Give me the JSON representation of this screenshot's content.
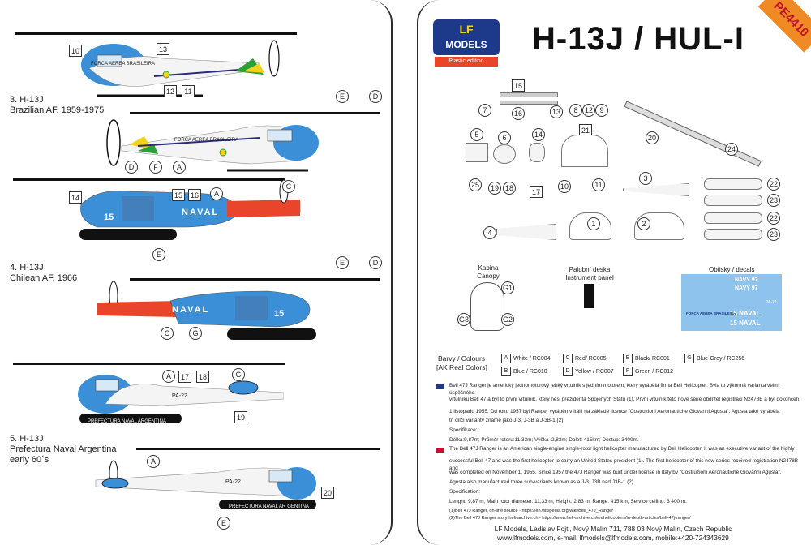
{
  "brand": {
    "line1": "LF",
    "line2": "MODELS",
    "edition": "Plastic edition"
  },
  "title": "H-13J / HUL-I",
  "code": "PE4410",
  "left": {
    "profiles": [
      {
        "title": "3. H-13J",
        "sub": "Brazilian AF, 1959-1975"
      },
      {
        "title": "4. H-13J",
        "sub": "Chilean AF, 1966"
      },
      {
        "title": "5. H-13J",
        "sub1": "Prefectura Naval Argentina",
        "sub2": "early 60´s"
      }
    ],
    "markings": {
      "fab": "FORCA AEREA BRASILEIRA",
      "naval": "NAVAL",
      "num15": "15",
      "pa22": "PA-22",
      "pna": "PREFECTURA NAVAL ARGENTINA",
      "pna2": "PREFECTURA NAVAL AR´GENTINA"
    },
    "callouts": {
      "c10": "10",
      "c13": "13",
      "c12": "12",
      "c11": "11",
      "cE": "E",
      "cD": "D",
      "cF": "F",
      "cA": "A",
      "c14": "14",
      "c15": "15",
      "c16": "16",
      "cC": "C",
      "cG": "G",
      "c17": "17",
      "c18": "18",
      "c19": "19",
      "c20": "20"
    }
  },
  "parts": {
    "nums": {
      "p15": "15",
      "p7": "7",
      "p16": "16",
      "p13": "13",
      "p8": "8",
      "p12": "12",
      "p9": "9",
      "p5": "5",
      "p6": "6",
      "p14": "14",
      "p21": "21",
      "p20": "20",
      "p24": "24",
      "p3": "3",
      "p22a": "22",
      "p23a": "23",
      "p22b": "22",
      "p23b": "23",
      "p25": "25",
      "p19": "19",
      "p18": "18",
      "p17": "17",
      "p10": "10",
      "p11": "11",
      "p4": "4",
      "p1": "1",
      "p2": "2",
      "pG1": "G1",
      "pG2": "G2",
      "pG3": "G3"
    },
    "canopy": {
      "l1": "Kabina",
      "l2": "Canopy"
    },
    "panel": {
      "l1": "Palubní deska",
      "l2": "Instrument panel"
    },
    "decals": {
      "label": "Obtisky / decals",
      "navy": "NAVY 97",
      "fab": "FORCA AEREA BRASILEIRA",
      "naval": "15 NAVAL",
      "pa22": "PA-22"
    }
  },
  "colours": {
    "heading1": "Barvy / Colours",
    "heading2": "[AK Real Colors]",
    "items": [
      {
        "key": "A",
        "name": "White / RC004"
      },
      {
        "key": "C",
        "name": "Red/ RC005"
      },
      {
        "key": "E",
        "name": "Black/ RC001"
      },
      {
        "key": "G",
        "name": "Blue-Grey / RC256"
      },
      {
        "key": "B",
        "name": "Blue / RC010"
      },
      {
        "key": "D",
        "name": "Yellow / RC007"
      },
      {
        "key": "F",
        "name": "Green / RC012"
      }
    ]
  },
  "text": {
    "cz1": "Bell 47J Ranger je americký jednomotorový lehký vrtulník s jedním motorem, který  vyráběla firma Bell Helicopter. Byla to výkonná varianta velmi úspěšného",
    "cz2": "vrtulníku Bell 47 a byl to první vrtulník, který nesl prezidenta Spojených Států (1). První vrtulník této nové série obdržel registraci N2478B a byl dokončen",
    "cz3": "1.listopadu 1955. Od roku 1957 byl Ranger vyráběn v Itálii na základě licence \"Costruzioni Aeronautiche Giovanni  Agusta\".  Agusta také vyráběla",
    "cz4": "tri dílčí varianty známé jako J-3, J-3B a J-3B-1 (2).",
    "cz5": "Specifikace:",
    "cz6": "Délka:9,87m; Průměr rotoru:11,33m; Výška :2,83m; Dolet: 415km; Dostup: 3400m.",
    "en1": "The Bell 47J Ranger is an American single-engine single-rotor light helicopter manufactured by Bell Helicopter. It was an executive variant of the highly",
    "en2": "successful Bell 47 and was the first helicopter to carry an United States president (1). The first helicopter of this new series received registration N2478B and",
    "en3": "was completed on November 1, 1955. Since 1957 the 47J Ranger was built under license in Italy by \"Costruzioni Aeronautiche Giovanni Agusta\".",
    "en4": "Agusta also manufactured three sub-variants known as  a J-3, J3B nad J3B-1 (2).",
    "en5": "Specification:",
    "en6": "Lenght: 9,87 m; Main rotor diameter: 11,33 m; Height: 2,83 m; Range: 415 km; Service ceiling: 3 400 m.",
    "ref1": "(1)Bell 47J Ranger, on-line source -  https://en.wikipedia.org/wiki/Bell_47J_Ranger",
    "ref2": "(2)The Bell 47J Ranger story-heli-archive.ch - https://www.heli-archive.ch/en/helicopters/in-depth-articles/bell-47j-ranger/"
  },
  "footer": {
    "l1": "LF Models, Ladislav Fojtl, Nový Malín 711, 788 03 Nový Malín, Czech Republic",
    "l2": "www.lfmodels.com, e-mail: lfmodels@lfmodels.com, mobile:+420-724343629"
  },
  "colors": {
    "blue": "#3a8fd6",
    "lightblue": "#8ec3ee",
    "red": "#e8452a",
    "white": "#ffffff",
    "black": "#111111",
    "yellow": "#f2d21b",
    "green": "#2aa038",
    "navy": "#1d3a8a",
    "orange": "#f08a24"
  }
}
